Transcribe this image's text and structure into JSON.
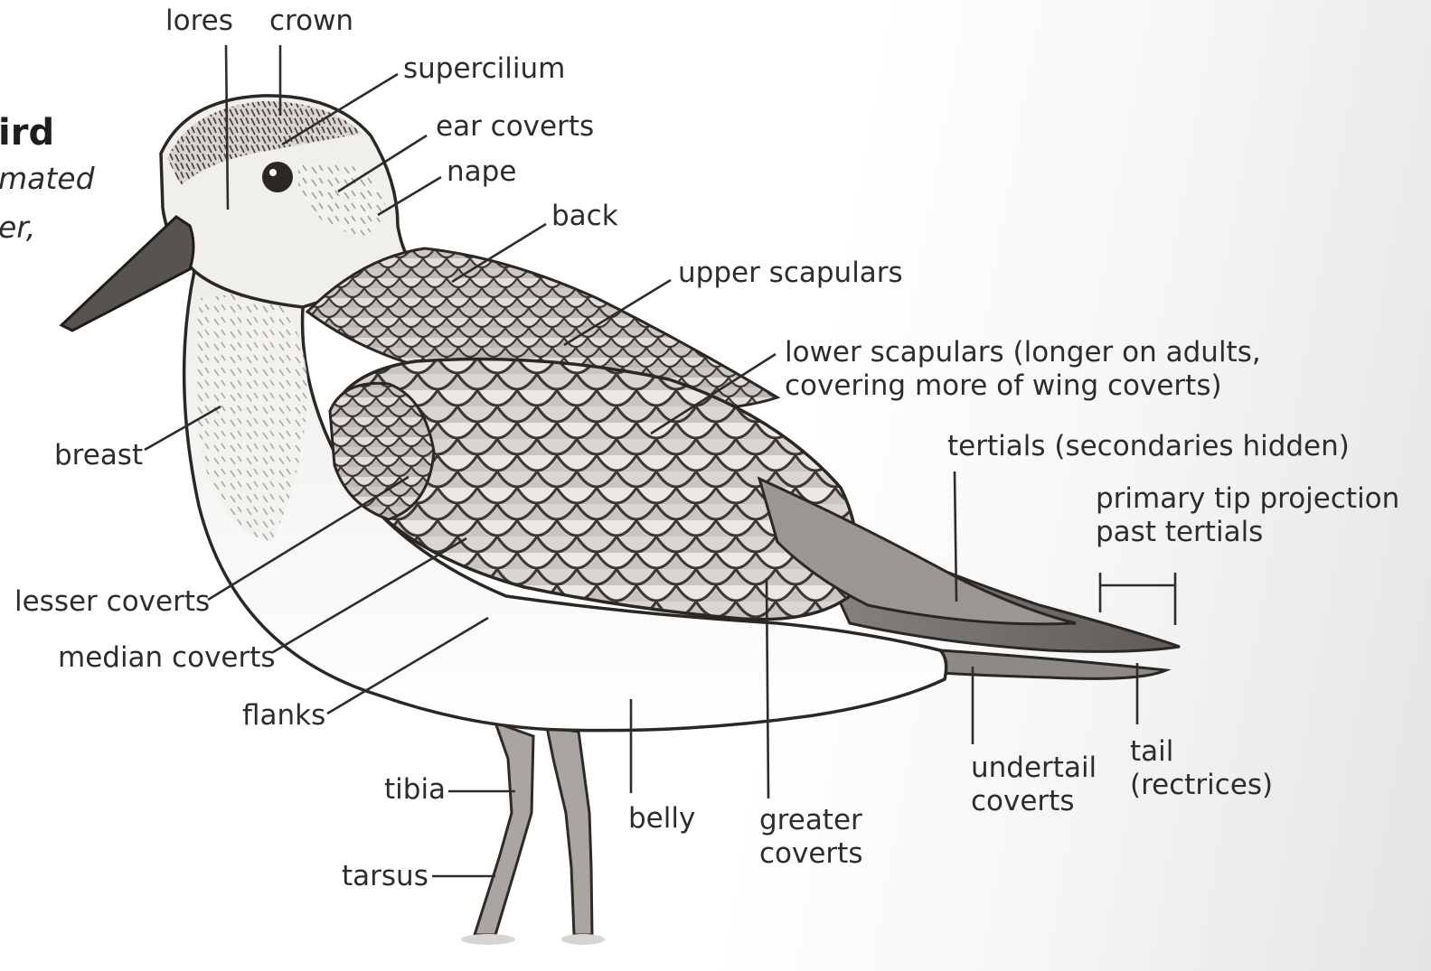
{
  "heading": {
    "title_fragment": "ird",
    "subtitle_line1": "mated",
    "subtitle_line2": "er,"
  },
  "labels": {
    "lores": "lores",
    "crown": "crown",
    "supercilium": "supercilium",
    "ear_coverts": "ear coverts",
    "nape": "nape",
    "back": "back",
    "upper_scapulars": "upper scapulars",
    "lower_scapulars": "lower scapulars (longer on adults,\ncovering more of wing coverts)",
    "tertials": "tertials (secondaries hidden)",
    "primary_tip": "primary tip projection\npast tertials",
    "breast": "breast",
    "lesser_coverts": "lesser coverts",
    "median_coverts": "median coverts",
    "flanks": "flanks",
    "tibia": "tibia",
    "tarsus": "tarsus",
    "belly": "belly",
    "greater_coverts": "greater\ncoverts",
    "undertail_coverts": "undertail\ncoverts",
    "tail": "tail\n(rectrices)"
  },
  "colors": {
    "ink": "#2d2d2d",
    "plumage_dark": "#6e6a66",
    "plumage_light": "#cfcbc6"
  }
}
